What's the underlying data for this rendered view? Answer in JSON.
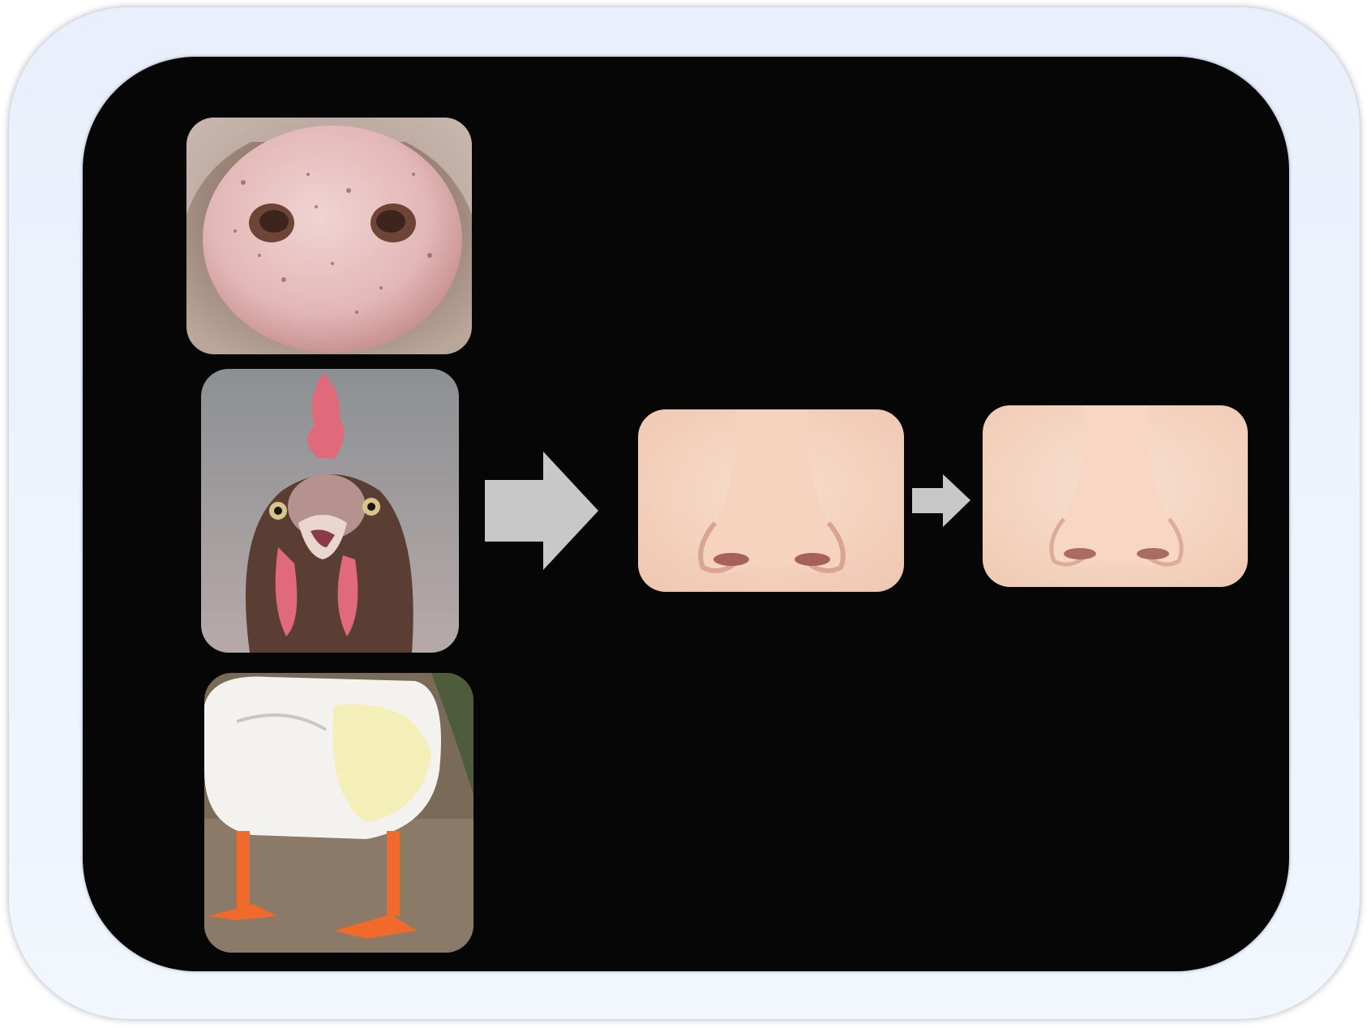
{
  "title": "",
  "inputs": [
    {
      "id": "pig",
      "icon": "pig-snout-icon"
    },
    {
      "id": "rooster",
      "icon": "rooster-head-icon"
    },
    {
      "id": "duck",
      "icon": "duck-rear-icon"
    }
  ],
  "outputs": [
    {
      "id": "nose-1",
      "icon": "human-nose-icon"
    },
    {
      "id": "nose-2",
      "icon": "human-nose-icon"
    }
  ],
  "colors": {
    "frame": "#eef3fb",
    "panel": "#060606",
    "arrow": "#c8c8c8",
    "skin": "#f3d3bf",
    "pig": "#e7c6c6"
  }
}
